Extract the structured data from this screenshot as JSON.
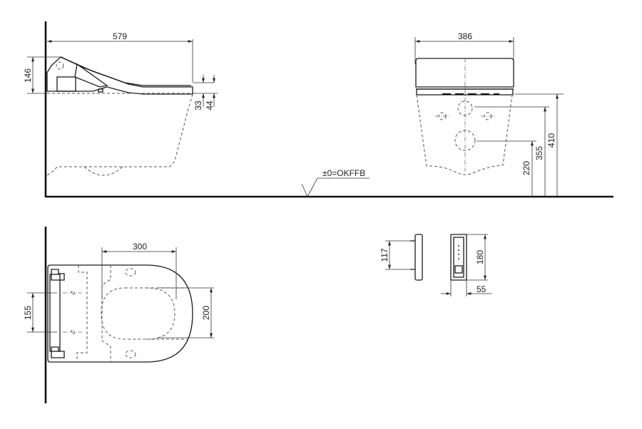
{
  "drawing": {
    "title": "Wall-hung toilet with shower seat - dimension drawing",
    "views": {
      "side": {
        "dimensions": {
          "length": "579",
          "seat_height": "146",
          "seat_gap_a": "33",
          "seat_gap_b": "44"
        }
      },
      "front": {
        "dimensions": {
          "width": "386",
          "bolt_height": "220",
          "inlet_height": "355",
          "total_height": "410"
        }
      },
      "floor_label": "±0=OKFFB",
      "top": {
        "dimensions": {
          "depth_offset": "300",
          "fixing_spacing": "155",
          "seat_width": "200"
        }
      },
      "remote_side": {
        "dimensions": {
          "bracket_spacing": "117"
        }
      },
      "remote_front": {
        "dimensions": {
          "height": "180",
          "width": "55"
        }
      }
    }
  },
  "colors": {
    "line": "#1a1a1a",
    "hidden": "#555555",
    "background": "#ffffff"
  }
}
